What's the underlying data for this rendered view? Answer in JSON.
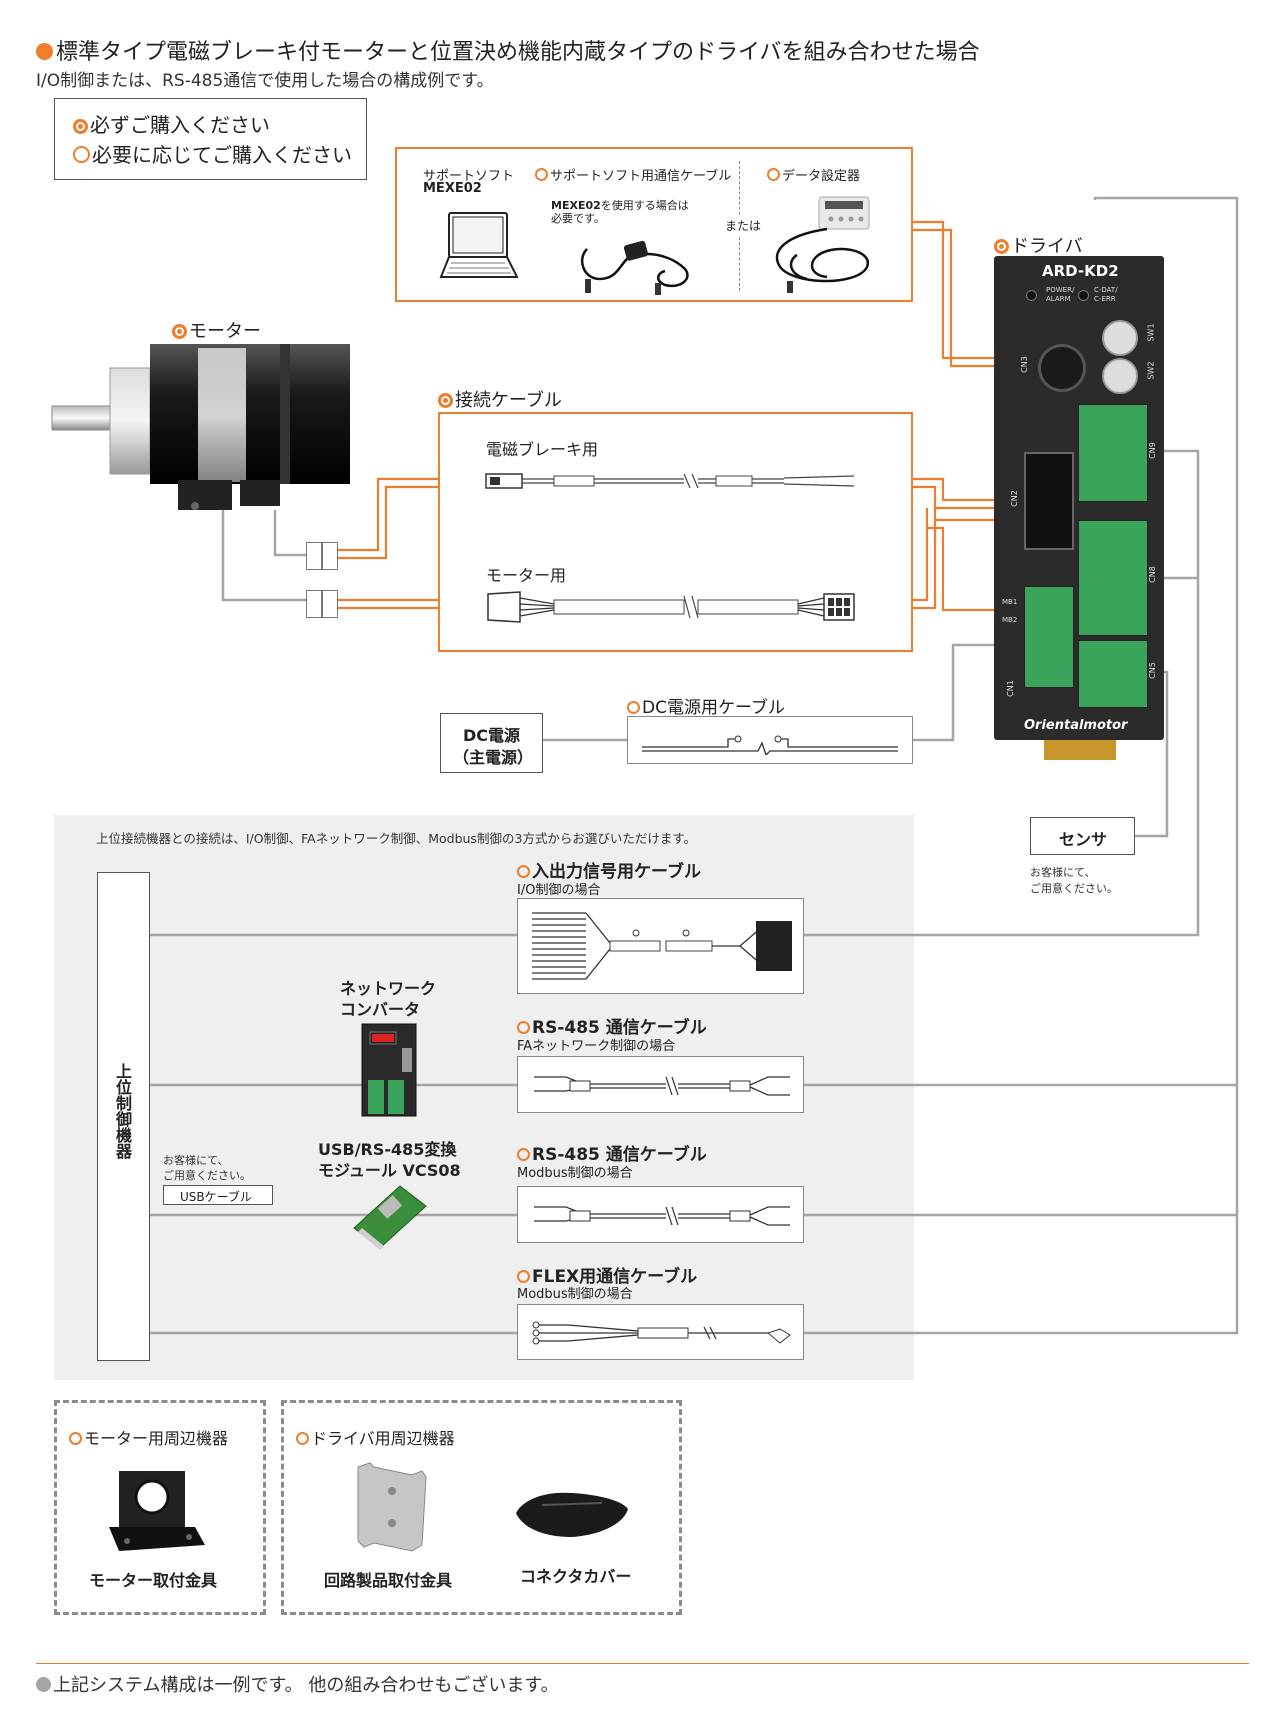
{
  "title": "標準タイプ電磁ブレーキ付モーターと位置決め機能内蔵タイプのドライバを組み合わせた場合",
  "subtitle": "I/O制御または、RS-485通信で使用した場合の構成例です。",
  "legend": {
    "required": "必ずご購入ください",
    "optional": "必要に応じてご購入ください"
  },
  "support": {
    "software_label": "サポートソフト",
    "software_name": "MEXE02",
    "cable_label": "サポートソフト用通信ケーブル",
    "cable_note_1": "MEXE02を使用する場合は",
    "cable_note_2": "必要です。",
    "or": "または",
    "setter_label": "データ設定器"
  },
  "driver": {
    "label": "ドライバ",
    "model": "ARD-KD2",
    "led1": "POWER/\nALARM",
    "led2": "C-DAT/\nC-ERR",
    "sw1": "SW1",
    "sw2": "SW2",
    "cn3": "CN3",
    "cn2": "CN2",
    "cn9": "CN9",
    "cn8": "CN8",
    "cn5": "CN5",
    "cn1": "CN1",
    "mb1": "MB1",
    "mb2": "MB2",
    "brand": "Orientalmotor"
  },
  "motor_label": "モーター",
  "connect": {
    "label": "接続ケーブル",
    "brake": "電磁ブレーキ用",
    "motor": "モーター用"
  },
  "dc": {
    "power_line1": "DC電源",
    "power_line2": "（主電源）",
    "cable": "DC電源用ケーブル"
  },
  "sensor": {
    "label": "センサ",
    "note1": "お客様にて、",
    "note2": "ご用意ください。"
  },
  "host": {
    "note": "上位接続機器との接続は、I/O制御、FAネットワーク制御、Modbus制御の3方式からお選びいただけます。",
    "controller": "上位制御機器",
    "netconv1": "ネットワーク",
    "netconv2": "コンバータ",
    "usb1": "USB/RS-485変換",
    "usb2a": "モジュール ",
    "usb2b": "VCS08",
    "usb_note1": "お客様にて、",
    "usb_note2": "ご用意ください。",
    "usb_cable": "USBケーブル",
    "io_cable": "入出力信号用ケーブル",
    "io_sub": "I/O制御の場合",
    "rs485_a": "RS-485 通信ケーブル",
    "rs485_a_sub": "FAネットワーク制御の場合",
    "rs485_b": "RS-485 通信ケーブル",
    "rs485_b_sub": "Modbus制御の場合",
    "flex": "FLEX用通信ケーブル",
    "flex_sub": "Modbus制御の場合"
  },
  "accessories": {
    "motor_group": "モーター用周辺機器",
    "motor_item": "モーター取付金具",
    "driver_group": "ドライバ用周辺機器",
    "driver_item1": "回路製品取付金具",
    "driver_item2": "コネクタカバー"
  },
  "footnote": "上記システム構成は一例です。 他の組み合わせもございます。",
  "colors": {
    "accent": "#ee7e2c",
    "line_gray": "#a5a5a5",
    "panel": "#efefef",
    "driver_body": "#2b2b2b",
    "terminal_green": "#3aa55a"
  }
}
